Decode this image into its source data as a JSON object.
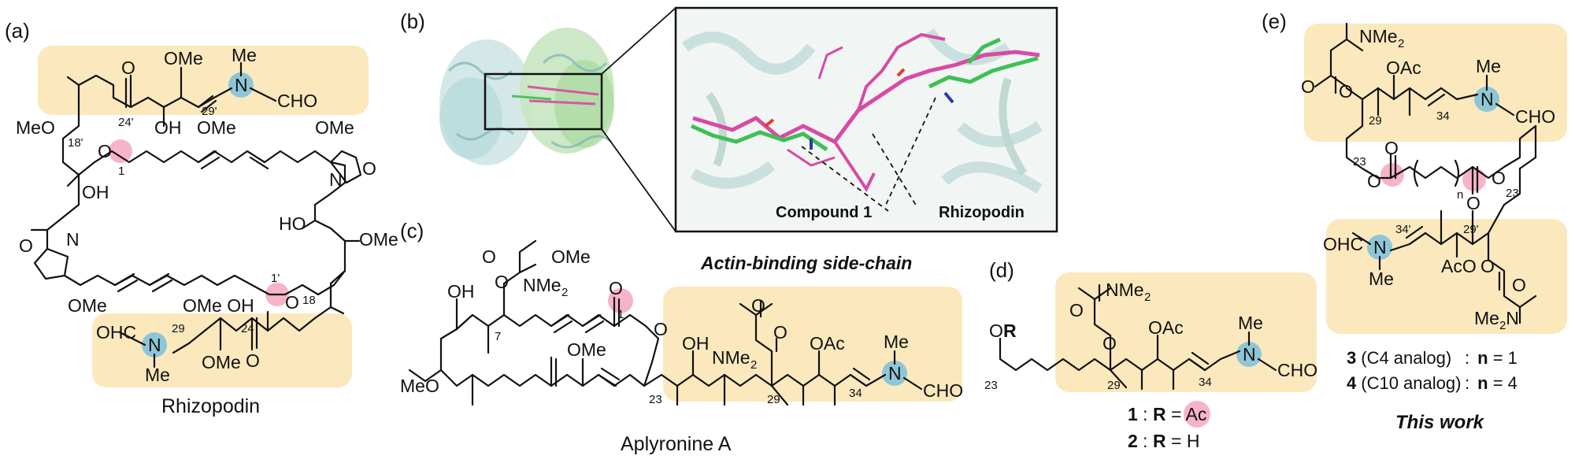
{
  "colors": {
    "highlight_box": "#fbe8bd",
    "nitrogen_highlight": "#8ec6d8",
    "carbonyl_highlight": "#f6b3c9",
    "compound1_label": "#22b24c",
    "rhizopodin_label": "#e0339a",
    "side_chain_label": "#f0961e",
    "this_work_label": "#e0121b"
  },
  "panels": {
    "a": {
      "label": "(a)",
      "name": "Rhizopodin",
      "atoms": {
        "o_ketone_top": "O",
        "ome_top1": "OMe",
        "me_n_top": "Me",
        "n_top": "N",
        "cho_top": "CHO",
        "meo_left": "MeO",
        "o_ester_top": "O",
        "oh_top": "OH",
        "ome_top2": "OMe",
        "ome_top3": "OMe",
        "oh_left": "OH",
        "n_oxazole_right": "N",
        "o_oxazole_right": "O",
        "ho_right": "HO",
        "o_oxazole_left": "O",
        "n_oxazole_left": "N",
        "o_ester_bottom": "O",
        "ome_right": "OMe",
        "ome_left_bottom": "OMe",
        "ome_oh_bottom": "OMe OH",
        "ohc_bottom": "OHC",
        "n_bottom": "N",
        "me_n_bottom": "Me",
        "ome_bottom": "OMe",
        "o_ketone_bottom": "O"
      },
      "numbers": {
        "c24p": "24'",
        "c29p": "29'",
        "c18p": "18'",
        "c1": "1",
        "c1p": "1'",
        "c18": "18",
        "c29": "29",
        "c24": "24"
      }
    },
    "b": {
      "label": "(b)",
      "compound1": "Compound 1",
      "rhizopodin": "Rhizopodin"
    },
    "c": {
      "label": "(c)",
      "name": "Aplyronine A",
      "side_chain": "Actin-binding side-chain",
      "atoms": {
        "o_carbonyl_top": "O",
        "ome_top": "OMe",
        "o_top": "O",
        "nme2_top": "NMe",
        "nme2_top_sub": "2",
        "oh": "OH",
        "o_c1": "O",
        "o_ring": "O",
        "o_side_carbonyl": "O",
        "o_side_ester": "O",
        "oh_side": "OH",
        "nme2_side": "NMe",
        "nme2_side_sub": "2",
        "oac": "OAc",
        "me_n": "Me",
        "n": "N",
        "cho": "CHO",
        "meo": "MeO",
        "ome_mid": "OMe"
      },
      "numbers": {
        "c7": "7",
        "c1": "1",
        "c23": "23",
        "c29": "29",
        "c34": "34"
      }
    },
    "d": {
      "label": "(d)",
      "atoms": {
        "or_o": "O",
        "or_r": "R",
        "nme2": "NMe",
        "nme2_sub": "2",
        "o_carbonyl": "O",
        "o_ester": "O",
        "oac": "OAc",
        "me_n": "Me",
        "n": "N",
        "cho": "CHO"
      },
      "numbers": {
        "c23": "23",
        "c29": "29",
        "c34": "34"
      },
      "legend": [
        {
          "id": "1",
          "sep": " : ",
          "r": "R",
          "eq": " = ",
          "value": "Ac"
        },
        {
          "id": "2",
          "sep": " : ",
          "r": "R",
          "eq": " = ",
          "value": "H"
        }
      ]
    },
    "e": {
      "label": "(e)",
      "this_work": "This work",
      "atoms": {
        "nme2_top": "NMe",
        "nme2_top_sub": "2",
        "o_top_carbonyl": "O",
        "o_top_ester": "O",
        "oac_top": "OAc",
        "me_n_top": "Me",
        "n_top": "N",
        "cho_top": "CHO",
        "o_link_left": "O",
        "o_link_carbonyl_left": "O",
        "o_link_right": "O",
        "o_link_carbonyl_right": "O",
        "n_sub": "n",
        "ohc_bottom": "OHC",
        "n_bottom": "N",
        "me_n_bottom": "Me",
        "aco_bottom": "AcO",
        "o_bottom_ester": "O",
        "o_bottom_carbonyl": "O",
        "me2n_bottom": "Me",
        "me2n_bottom_sub": "2",
        "me2n_bottom_n": "N"
      },
      "numbers": {
        "c29": "29",
        "c34": "34",
        "c23": "23",
        "c23p": "23'",
        "c34p": "34'",
        "c29p": "29'"
      },
      "legend": [
        {
          "id": "3",
          "desc": "(C4 analog)",
          "sep": ":",
          "n": "n",
          "eq": " = ",
          "value": "1"
        },
        {
          "id": "4",
          "desc": "(C10 analog)",
          "sep": ":",
          "n": "n",
          "eq": " = ",
          "value": "4"
        }
      ]
    }
  }
}
